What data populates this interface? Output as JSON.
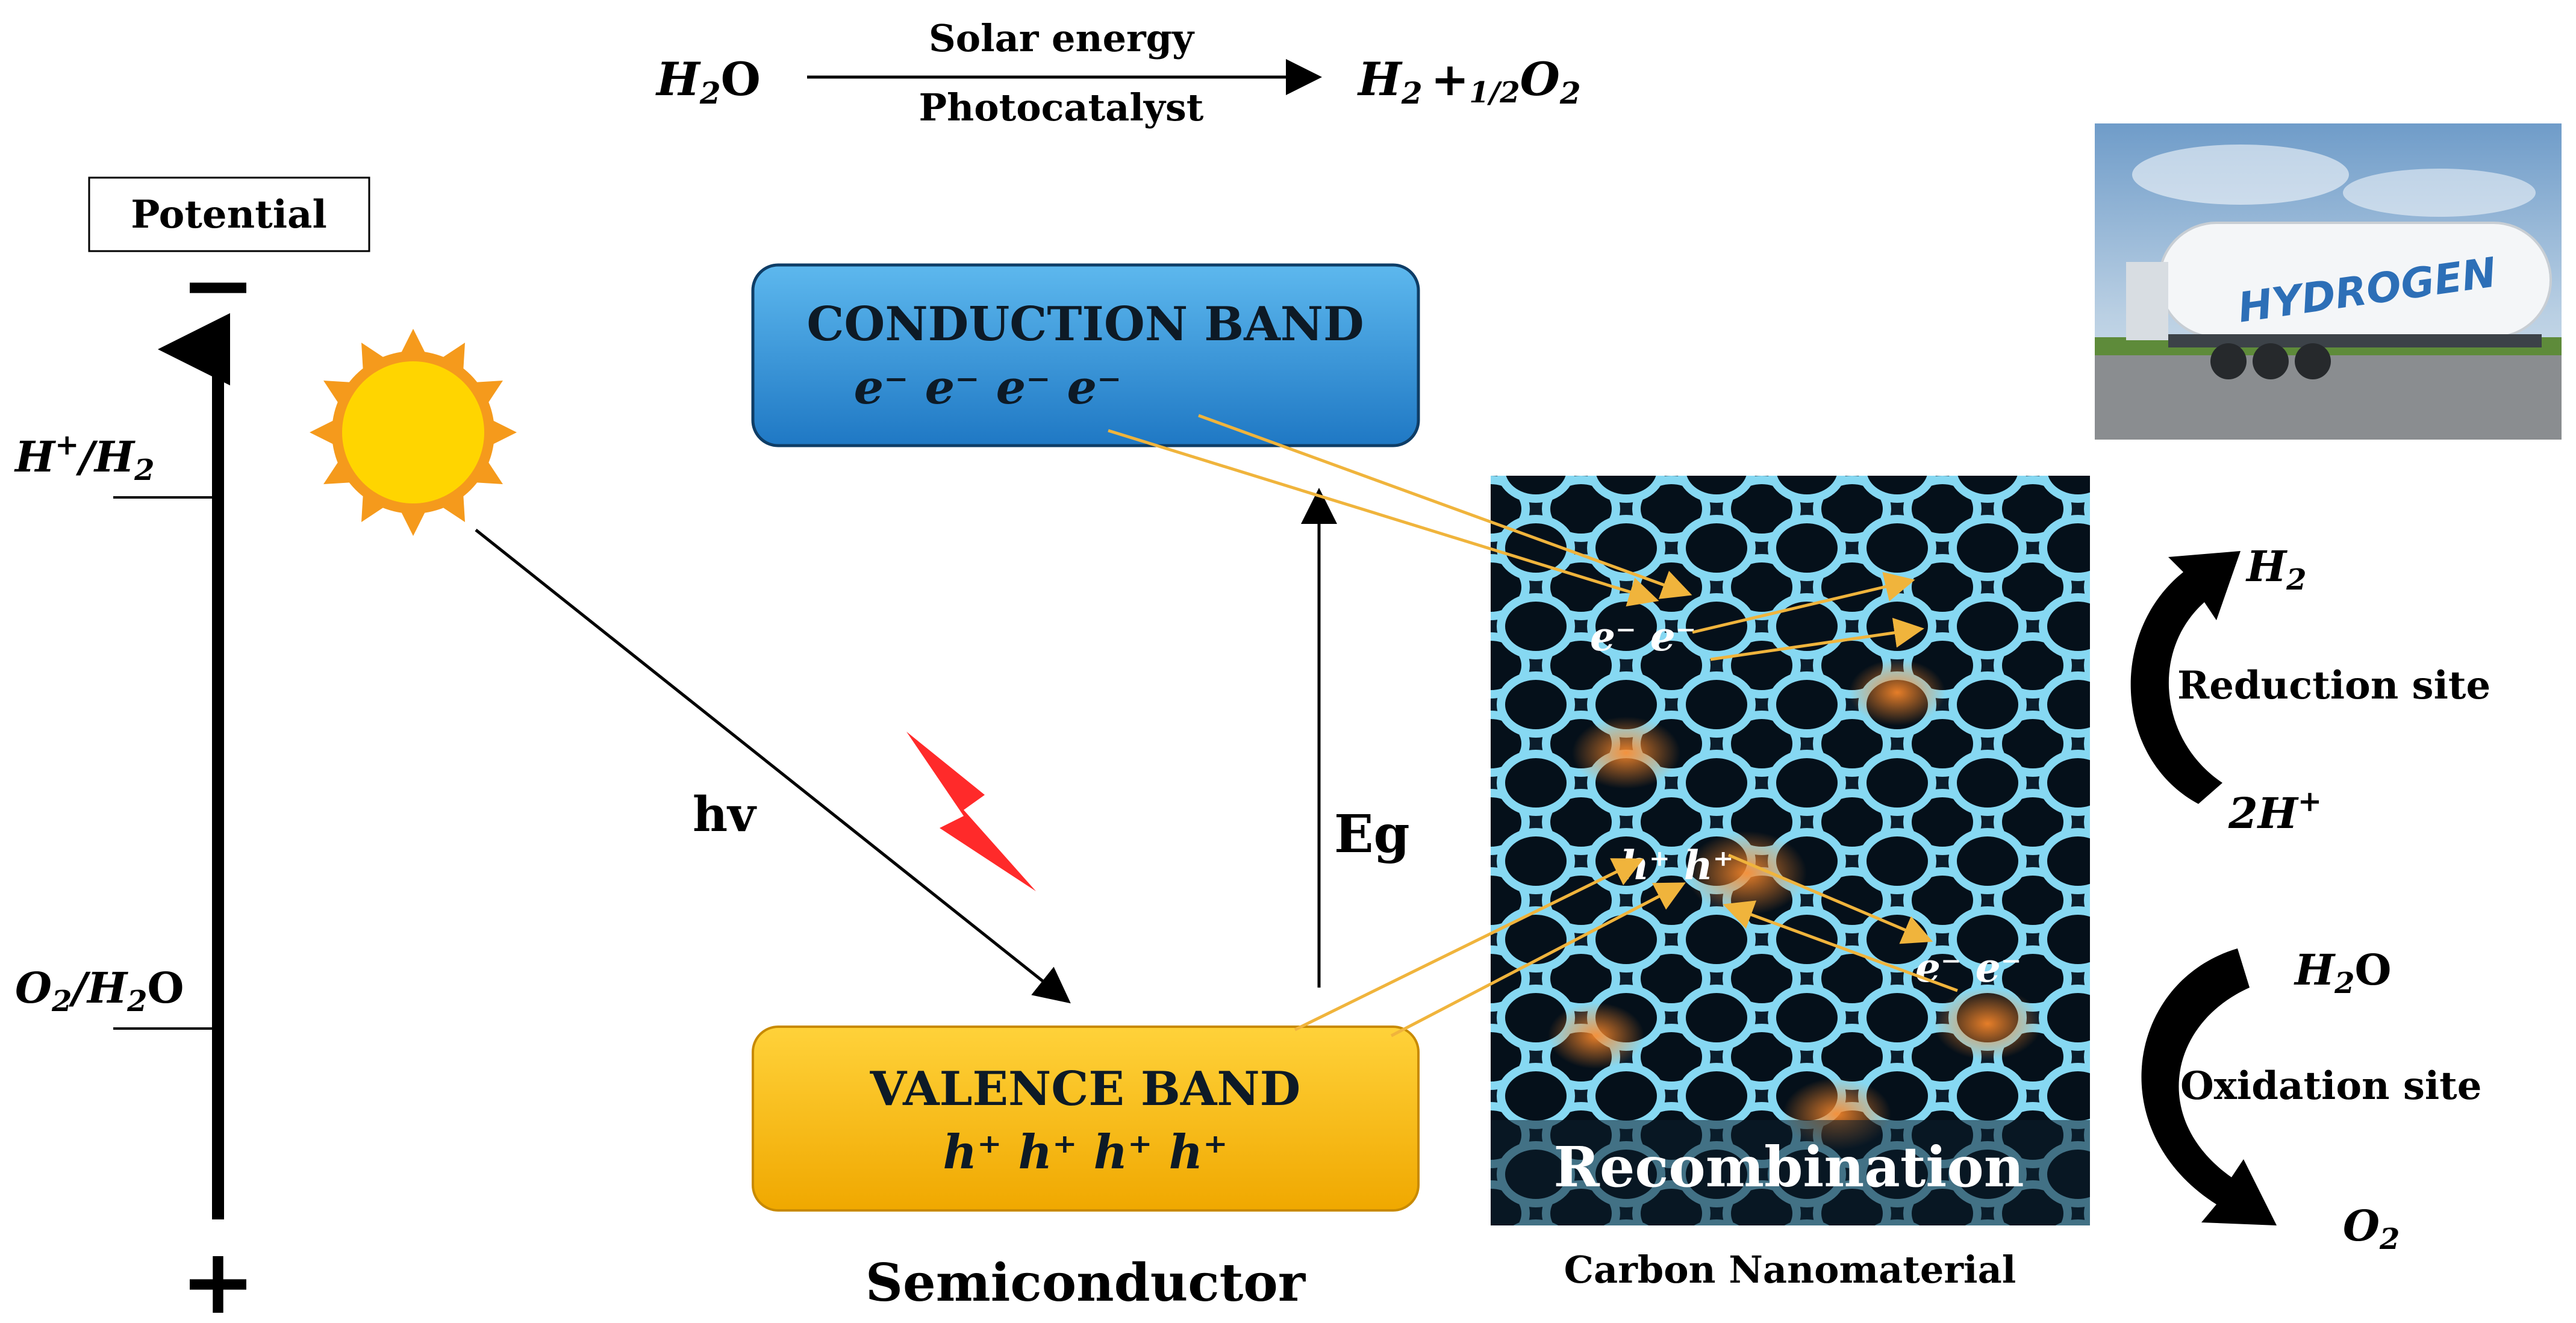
{
  "equation": {
    "reactant_main": "H",
    "reactant_sub": "2",
    "reactant_tail": "O",
    "arrow_top": "Solar energy",
    "arrow_bottom": "Photocatalyst",
    "product_h": "H",
    "product_h_sub": "2",
    "product_plus": "+",
    "product_frac": "1/2",
    "product_o": "O",
    "product_o_sub": "2"
  },
  "potential_axis": {
    "label": "Potential",
    "top_sign": "−",
    "bottom_sign": "+",
    "level_h_main": "H",
    "level_h_sup": "+",
    "level_h_slash": "/H",
    "level_h_sub": "2",
    "level_o_main": "O",
    "level_o_sub": "2",
    "level_o_slash": "/H",
    "level_o_sub2": "2",
    "level_o_tail": "O"
  },
  "photon_label": "hv",
  "gap_label": "Eg",
  "conduction_band": {
    "title": "CONDUCTION BAND",
    "carriers": "e⁻ e⁻ e⁻ e⁻"
  },
  "valence_band": {
    "title": "VALENCE BAND",
    "carriers": "h⁺ h⁺ h⁺ h⁺"
  },
  "semiconductor_label": "Semiconductor",
  "nanomaterial": {
    "caption": "Carbon Nanomaterial",
    "recombination": "Recombination",
    "electrons_top": "e⁻ e⁻",
    "holes": "h⁺ h⁺",
    "electrons_bottom": "e⁻ e⁻"
  },
  "hydrogen_photo": {
    "tank_text": "HYDROGEN"
  },
  "reduction": {
    "product_main": "H",
    "product_sub": "2",
    "site_label": "Reduction site",
    "reactant": "2H",
    "reactant_sup": "+"
  },
  "oxidation": {
    "reactant_main": "H",
    "reactant_sub": "2",
    "reactant_tail": "O",
    "site_label": "Oxidation site",
    "product_main": "O",
    "product_sub": "2"
  },
  "colors": {
    "conduction_band": "#2f8fd6",
    "valence_band": "#f5b800",
    "sun_core": "#ffd500",
    "sun_rays": "#f59a1c",
    "lightning": "#ff2a2a",
    "carrier_arrow": "#f0b43c",
    "nanomaterial_bg": "#0b1d2c",
    "nanomaterial_mesh": "#7ed6f0"
  }
}
